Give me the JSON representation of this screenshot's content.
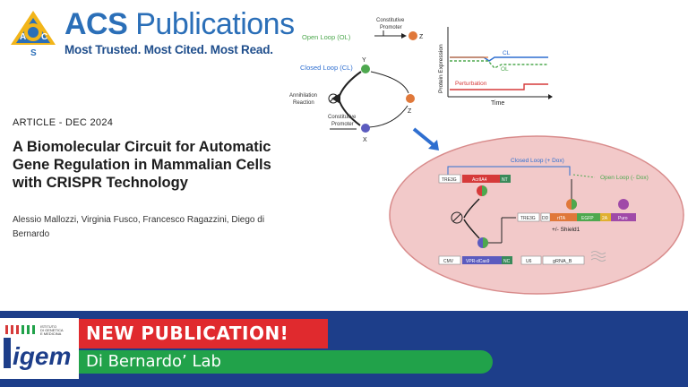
{
  "brand": {
    "title_bold": "ACS",
    "title_rest": " Publications",
    "tagline": "Most Trusted. Most Cited. Most Read.",
    "badge_letters": [
      "A",
      "C",
      "S"
    ]
  },
  "article": {
    "meta": "ARTICLE -  DEC 2024",
    "title_lines": [
      "A Biomolecular Circuit for Automatic",
      "Gene Regulation in Mammalian Cells",
      "with CRISPR Technology"
    ],
    "authors": "Alessio Mallozzi, Virginia Fusco, Francesco Ragazzini, Diego di Bernardo"
  },
  "figure": {
    "open_loop": "Open Loop (OL)",
    "closed_loop": "Closed Loop (CL)",
    "constitutive_promoter": [
      "Constitutive",
      "Promoter"
    ],
    "annihilation_reaction": [
      "Annihilation",
      "Reaction"
    ],
    "z": "Z",
    "y": "Y",
    "x": "X",
    "ylabel": "Protein Expression",
    "xlabel": "Time",
    "cl": "CL",
    "ol": "OL",
    "perturbation": "Perturbation",
    "cell": {
      "closed_loop_dox": "Closed Loop (+ Dox)",
      "open_loop_dox": "Open Loop (- Dox)",
      "tre": "TRE3G",
      "acriia4": "AcrIIA4",
      "nt": "NT",
      "tre2": "TRE3G",
      "dd": "DD",
      "rtta": "rtTA",
      "egfp": "EGFP",
      "p2a": "2A",
      "puro": "Puro",
      "shield": "+/- Shield1",
      "cmv": "CMV",
      "vpr_dcas9": "VPR-dCas9",
      "nc": "NC",
      "u6": "U6",
      "grna": "gRNA_B"
    },
    "colors": {
      "orange": "#e0783a",
      "blue": "#5b5bbf",
      "green": "#4ea84f",
      "red": "#d63a3a",
      "cell_fill": "#f2c9c9",
      "cell_border": "#d88b8b",
      "arrow_blue": "#2f6fd0"
    }
  },
  "banner": {
    "new_publication": "NEW PUBLICATION!",
    "lab": "Di Bernardo’ Lab",
    "igem": "igem",
    "igem_small": [
      "ISTITUTO",
      "DI GENETICA",
      "E MEDICINA"
    ]
  }
}
